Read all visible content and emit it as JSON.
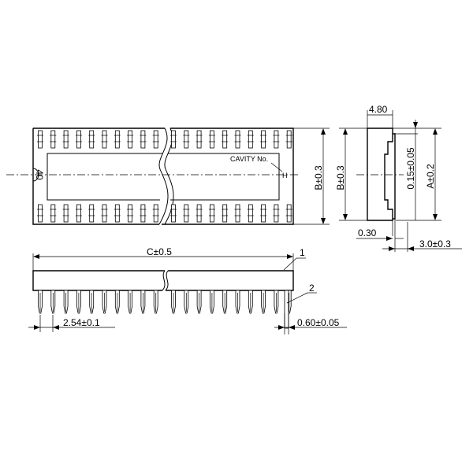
{
  "labels": {
    "dim_4_80": "4.80",
    "dim_b_1": "B±0.3",
    "dim_b_2": "B±0.3",
    "dim_015": "0.15±0.05",
    "dim_a": "A±0.2",
    "dim_0_30": "0.30",
    "dim_3_0": "3.0±0.3",
    "dim_c": "C±0.5",
    "callout_1": "1",
    "callout_2": "2",
    "dim_pitch": "2.54±0.1",
    "dim_pin": "0.60±0.05",
    "cavity": "CAVITY No.",
    "pin40": "40"
  },
  "colors": {
    "line": "#000000",
    "background": "#ffffff"
  }
}
